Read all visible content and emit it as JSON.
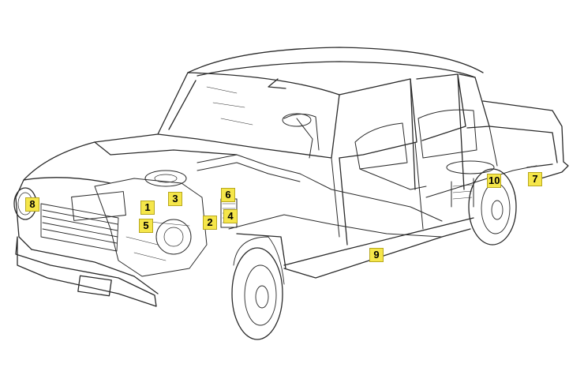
{
  "callouts": {
    "c1": "1",
    "c2": "2",
    "c3": "3",
    "c4": "4",
    "c5": "5",
    "c6": "6",
    "c7": "7",
    "c8": "8",
    "c9": "9",
    "c10": "10"
  },
  "colors": {
    "callout_fill": "#f5e64a",
    "line": "#2a2a2a",
    "background": "#ffffff"
  }
}
